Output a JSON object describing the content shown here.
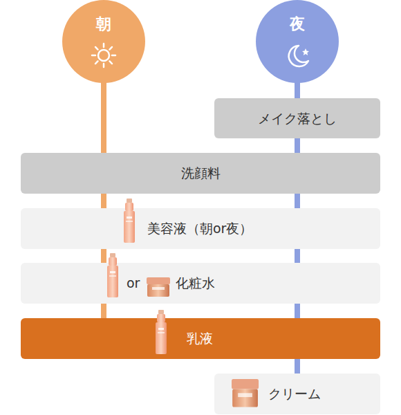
{
  "diagram": {
    "nodes": [
      {
        "text": [
          "朝"
        ]
      },
      {
        "text": [
          "夜"
        ]
      },
      {
        "text": [
          "メイク落とし"
        ]
      },
      {
        "text": [
          "洗顔料"
        ]
      },
      {
        "text": [
          "美容液（朝or夜）"
        ]
      },
      {
        "text": [
          "or",
          "化粧水"
        ]
      },
      {
        "text": [
          "乳液"
        ]
      },
      {
        "text": [
          "クリーム"
        ]
      }
    ],
    "edges": [
      {
        "from": 0,
        "to": 3,
        "arrow": "none"
      },
      {
        "from": 3,
        "to": 4,
        "arrow": "none"
      },
      {
        "from": 4,
        "to": 5,
        "arrow": "none"
      },
      {
        "from": 5,
        "to": 6,
        "arrow": "none"
      },
      {
        "from": 1,
        "to": 2,
        "arrow": "none"
      },
      {
        "from": 2,
        "to": 3,
        "arrow": "none"
      },
      {
        "from": 3,
        "to": 4,
        "arrow": "none"
      },
      {
        "from": 4,
        "to": 5,
        "arrow": "none"
      },
      {
        "from": 5,
        "to": 6,
        "arrow": "none"
      },
      {
        "from": 6,
        "to": 7,
        "arrow": "none"
      }
    ]
  }
}
